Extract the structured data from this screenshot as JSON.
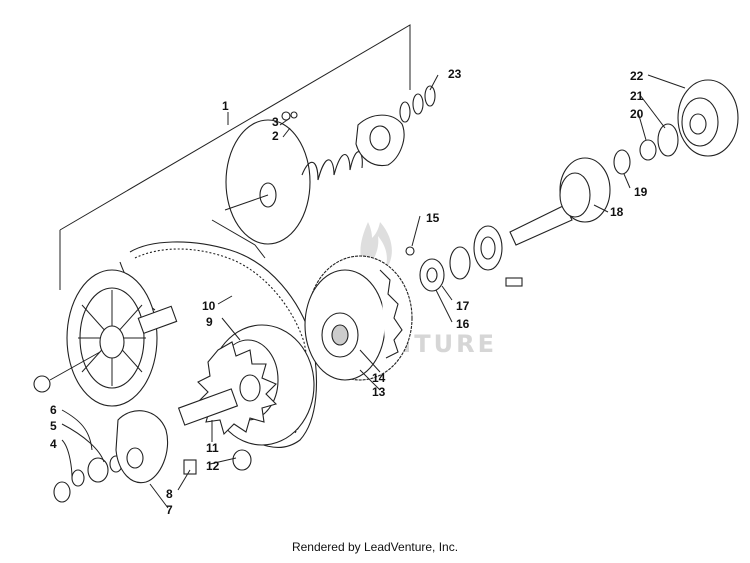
{
  "diagram": {
    "callouts": [
      "1",
      "2",
      "3",
      "4",
      "5",
      "6",
      "7",
      "8",
      "9",
      "10",
      "11",
      "12",
      "13",
      "14",
      "15",
      "16",
      "17",
      "18",
      "19",
      "20",
      "21",
      "22",
      "23"
    ],
    "watermark": "LEADVENTURE",
    "footer": "Rendered by LeadVenture, Inc."
  }
}
